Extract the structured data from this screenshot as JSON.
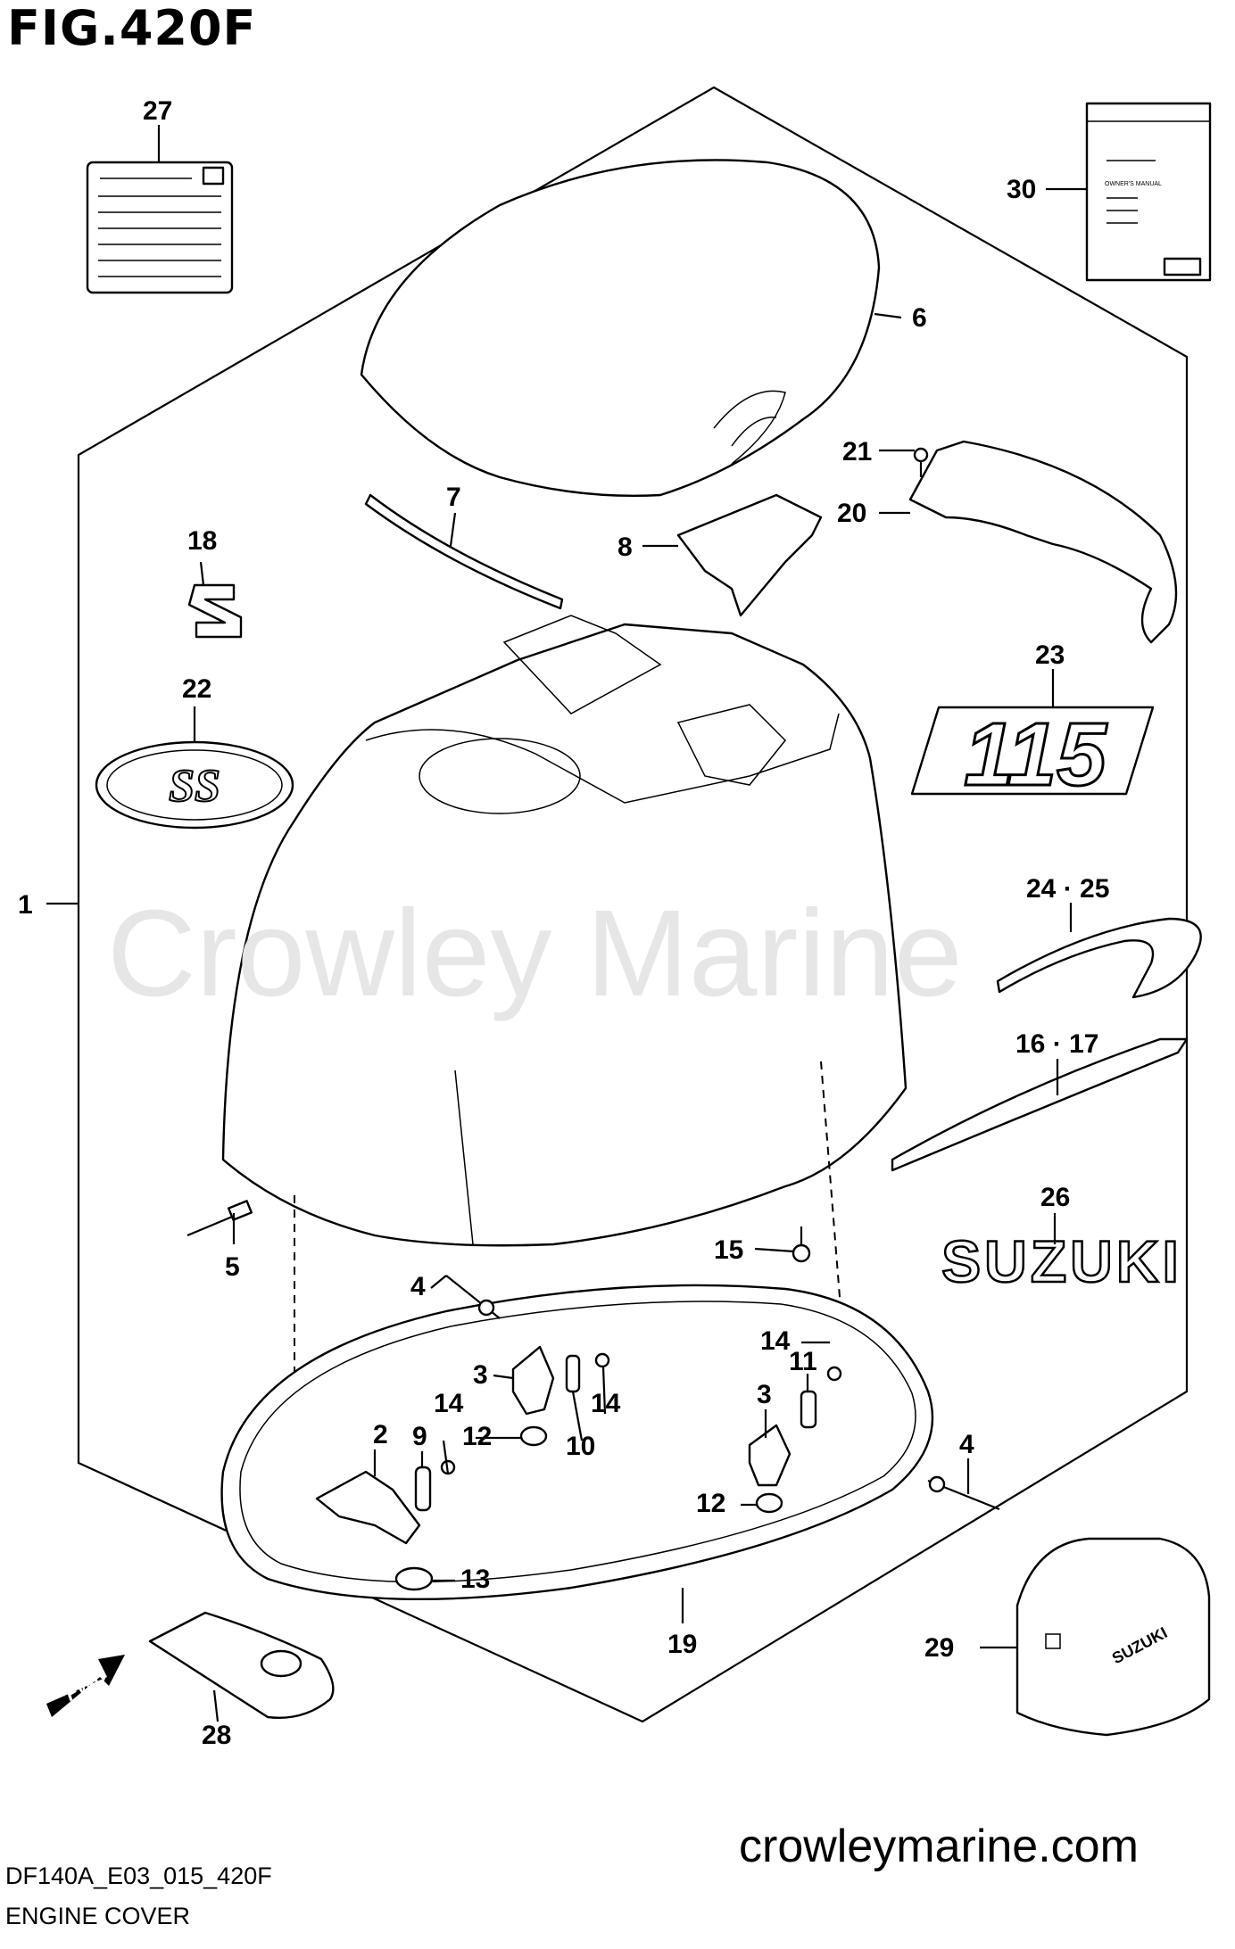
{
  "figure": {
    "title": "FIG.420F"
  },
  "footer": {
    "code": "DF140A_E03_015_420F",
    "caption": "ENGINE COVER",
    "website": "crowleymarine.com"
  },
  "watermark": "Crowley Marine",
  "callouts": {
    "c1": "1",
    "c2": "2",
    "c3a": "3",
    "c3b": "3",
    "c4a": "4",
    "c4b": "4",
    "c5": "5",
    "c6": "6",
    "c7": "7",
    "c8": "8",
    "c9": "9",
    "c10": "10",
    "c11": "11",
    "c12a": "12",
    "c12b": "12",
    "c13": "13",
    "c14a": "14",
    "c14b": "14",
    "c14c": "14",
    "c15": "15",
    "c16_17": "16 · 17",
    "c18": "18",
    "c19": "19",
    "c20": "20",
    "c21": "21",
    "c22": "22",
    "c23": "23",
    "c24_25": "24 · 25",
    "c26": "26",
    "c27": "27",
    "c28": "28",
    "c29": "29",
    "c30": "30"
  },
  "decals": {
    "model_number": "115",
    "brand": "SUZUKI",
    "fwd": "FWD",
    "ss": "SS",
    "cover_brand": "SUZUKI",
    "manual_title": "OWNER'S MANUAL"
  }
}
